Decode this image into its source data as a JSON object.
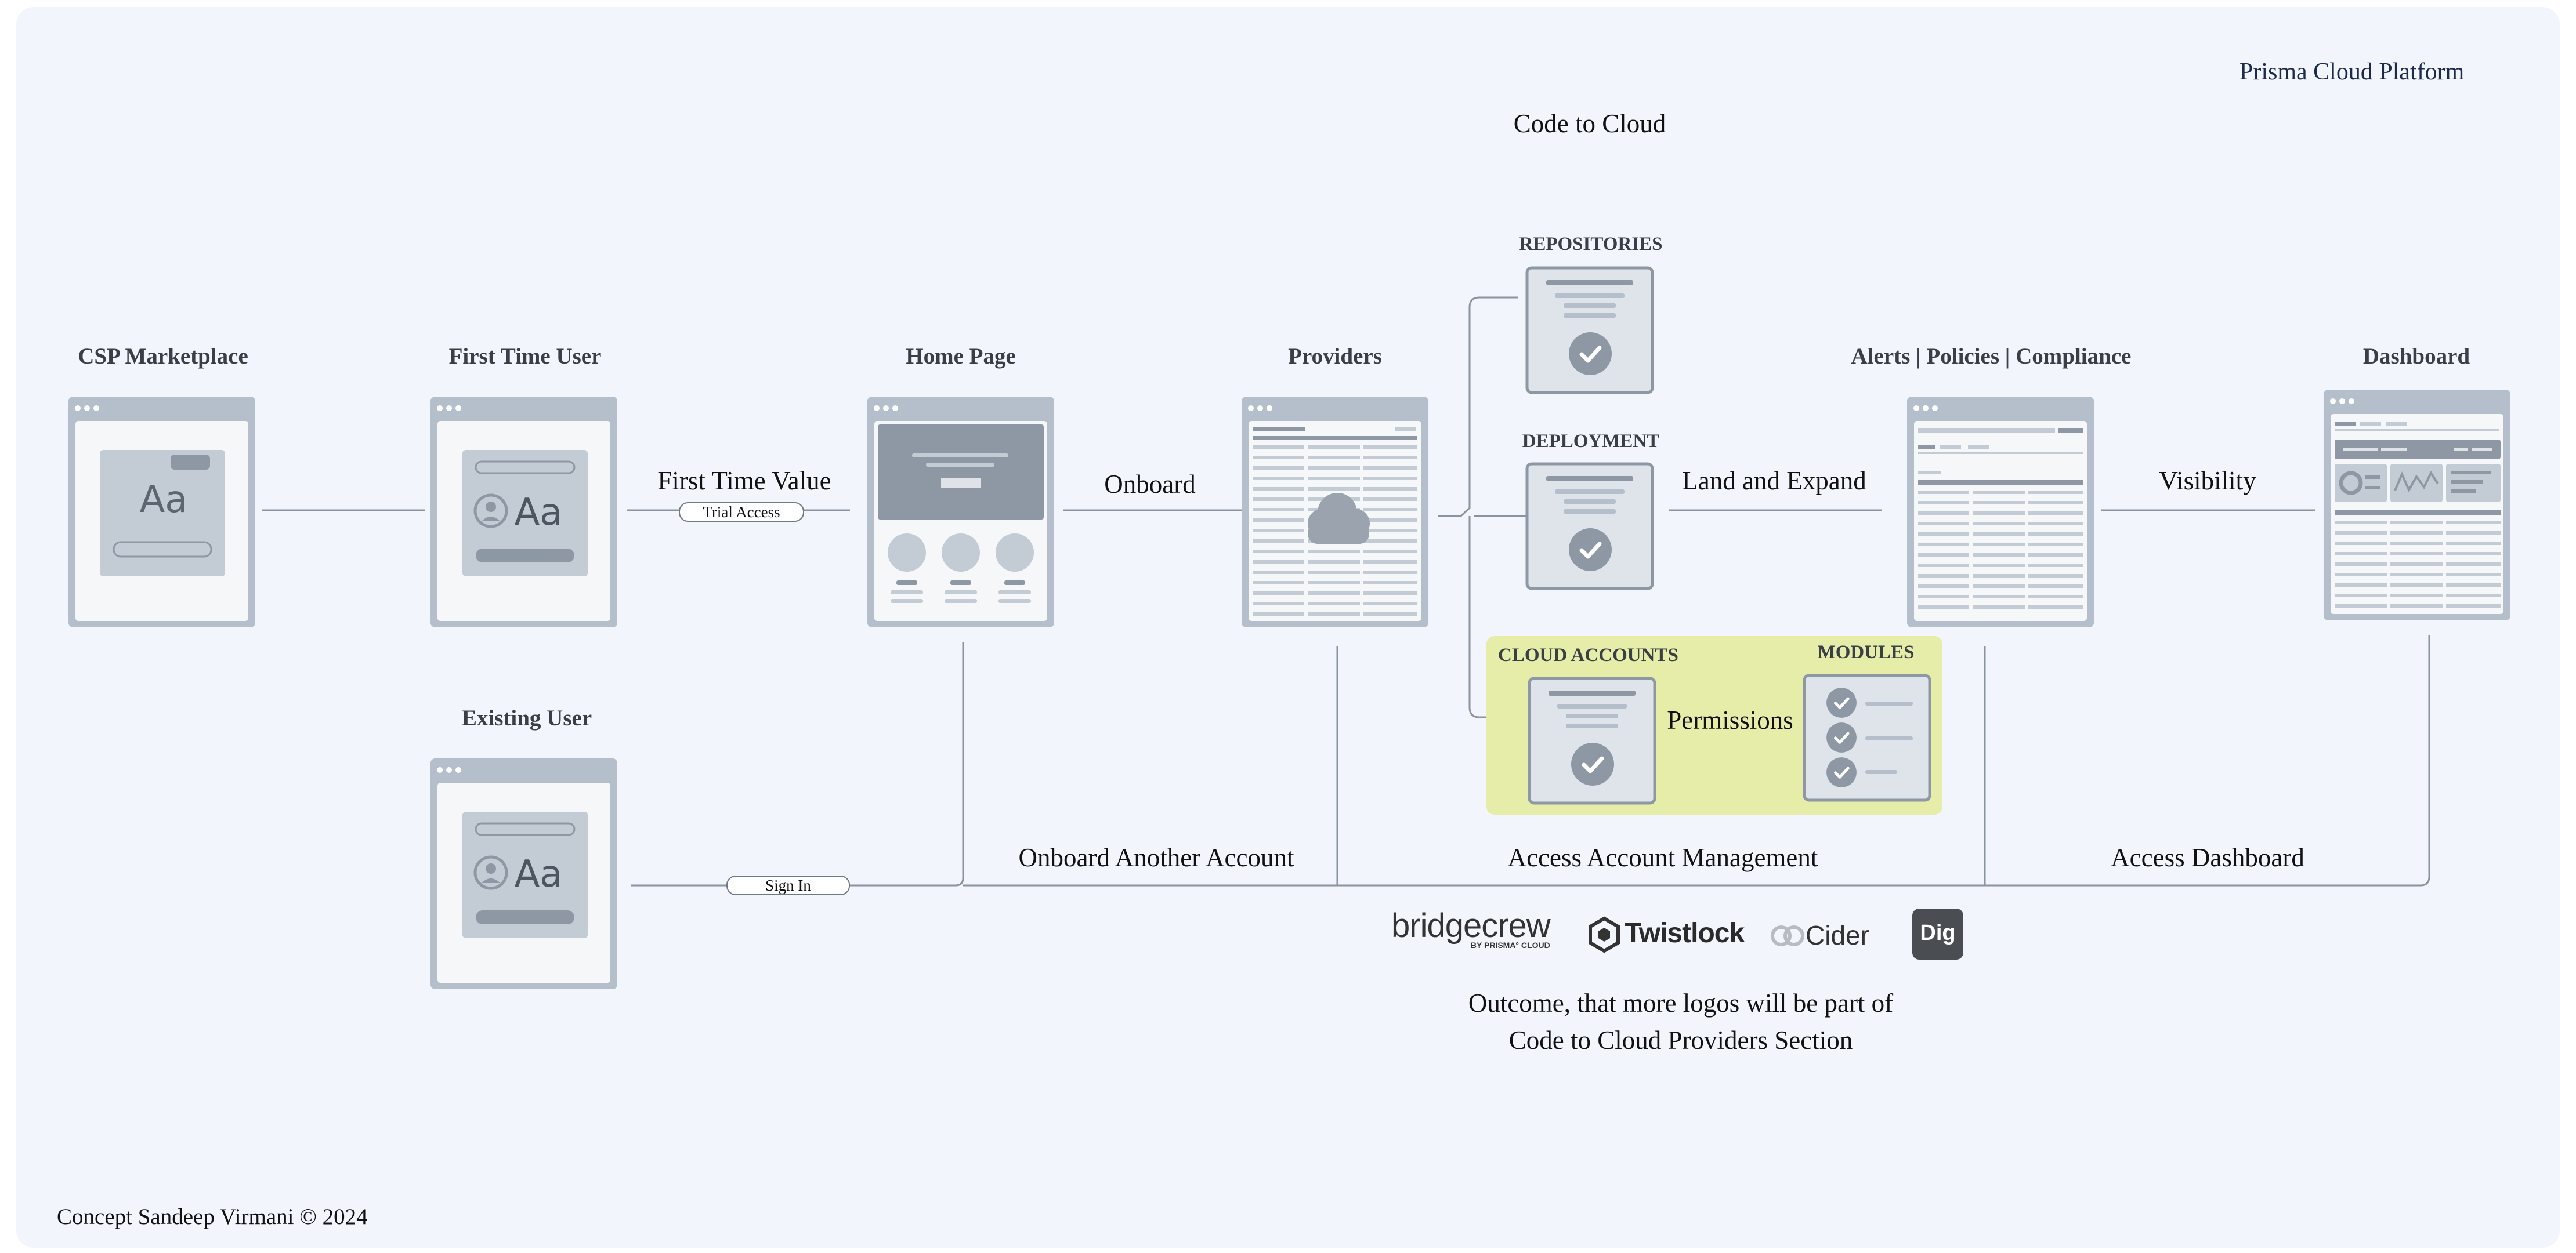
{
  "header": {
    "platform": "Prisma Cloud Platform",
    "subtitle": "Code to Cloud"
  },
  "stages": {
    "csp": "CSP Marketplace",
    "first_time_user": "First Time User",
    "home_page": "Home Page",
    "providers": "Providers",
    "alerts": "Alerts | Policies | Compliance",
    "dashboard": "Dashboard",
    "existing_user": "Existing User"
  },
  "sections": {
    "repositories": "REPOSITORIES",
    "deployment": "DEPLOYMENT",
    "cloud_accounts": "CLOUD ACCOUNTS",
    "modules": "MODULES"
  },
  "edges": {
    "first_time_value": "First Time Value",
    "trial_access": "Trial Access",
    "onboard": "Onboard",
    "land_expand": "Land and Expand",
    "visibility": "Visibility",
    "permissions": "Permissions",
    "sign_in": "Sign In",
    "onboard_another": "Onboard Another Account",
    "access_account_mgmt": "Access Account Management",
    "access_dashboard": "Access Dashboard"
  },
  "mock_text": {
    "aa": "Aa"
  },
  "logos": {
    "bridgecrew": "bridgecrew",
    "bridgecrew_sub": "BY PRISMA° CLOUD",
    "twistlock": "Twistlock",
    "cider": "Cider",
    "dig": "Dig"
  },
  "outcome": {
    "line1": "Outcome, that more logos will be part of",
    "line2": "Code to Cloud Providers Section"
  },
  "footer": "Concept Sandeep Virmani © 2024",
  "colors": {
    "background": "#f2f5fc",
    "frame": "#b4bfcb",
    "mock": "#c3cbd5",
    "accent_dark": "#8e98a4",
    "highlight": "#e5eda8",
    "line": "#8a939e"
  }
}
